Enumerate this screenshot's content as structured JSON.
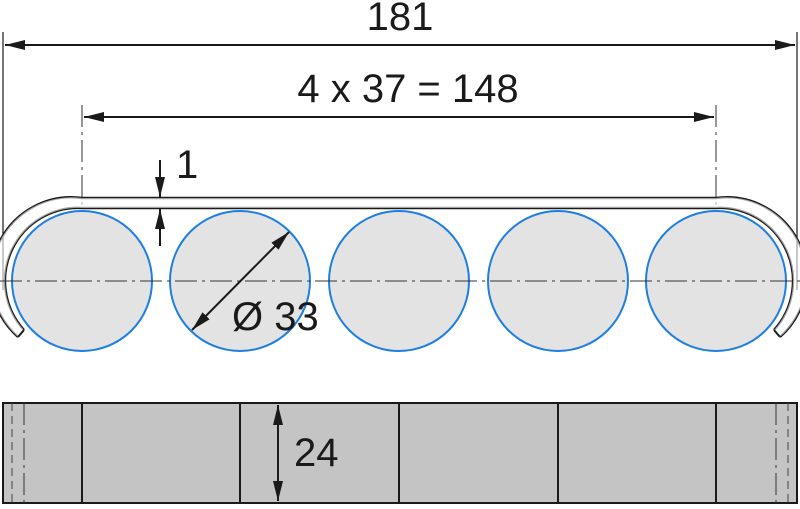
{
  "dimensions": {
    "overall_length": "181",
    "pitch": "4 x 37 = 148",
    "wall_thickness": "1",
    "hole_diameter": "Ø 33",
    "height": "24"
  },
  "colors": {
    "hole_fill": "#e3e3e3",
    "hole_outline": "#1e7fe0",
    "side_view_fill": "#c4c4c4",
    "line": "#1a1a1a",
    "background": "#ffffff"
  },
  "hole_count": 5
}
